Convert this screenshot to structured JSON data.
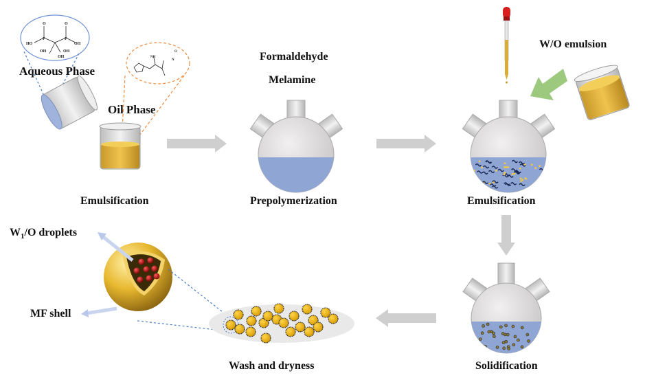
{
  "labels": {
    "aqueous_phase": "Aqueous Phase",
    "oil_phase": "Oil Phase",
    "step1": "Emulsification",
    "formaldehyde": "Formaldehyde",
    "melamine": "Melamine",
    "step2": "Prepolymerization",
    "wo_emulsion": "W/O emulsion",
    "step3": "Emulsification",
    "step4": "Solidification",
    "step5": "Wash and dryness",
    "w1o_prefix": "W",
    "w1o_sub": "1",
    "w1o_suffix": "/O droplets",
    "mf_shell": "MF shell"
  },
  "molecule_aqueous": {
    "atoms": [
      "O",
      "O",
      "HO",
      "OH",
      "OH",
      "OH",
      "OH",
      "P",
      "P"
    ]
  },
  "molecule_oil": {
    "atoms": [
      "NH",
      "N",
      "N",
      "O"
    ]
  },
  "colors": {
    "arrow_gray": "#cfcfcf",
    "arrow_green": "#9dc97f",
    "liquid_blue": "#8fa6d4",
    "oil_yellow": "#e0b84a",
    "dash_blue": "#4a7cc7",
    "dash_orange": "#f08a3c",
    "dropper_red": "#d81e1e",
    "capsule_gold": "#e8b830"
  }
}
